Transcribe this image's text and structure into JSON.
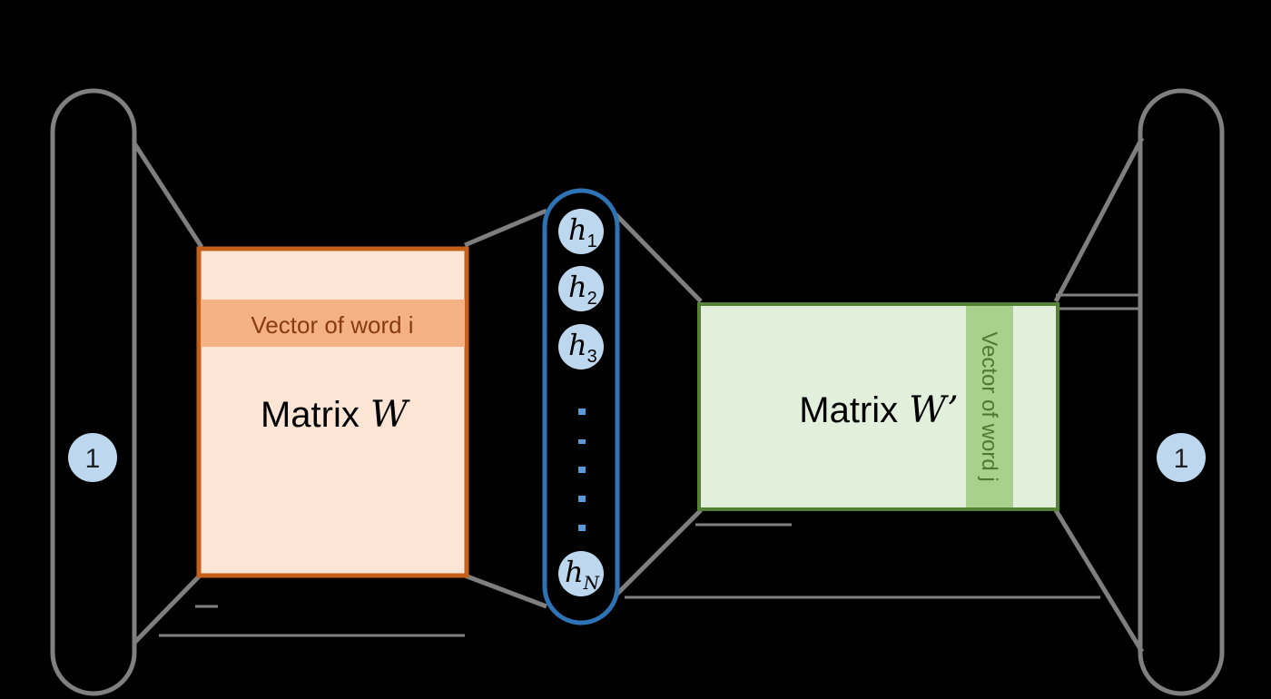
{
  "left_layer": {
    "node_value": "1"
  },
  "matrix_w": {
    "label": "Matrix",
    "symbol": "W",
    "row_label": "Vector of word i",
    "fill": "#fde5d6",
    "border": "#c65f19",
    "row_fill": "#f4b183",
    "row_text": "#8a3a0f"
  },
  "hidden_layer": {
    "units": [
      {
        "base": "h",
        "sub": "1"
      },
      {
        "base": "h",
        "sub": "2"
      },
      {
        "base": "h",
        "sub": "3"
      }
    ],
    "last_unit": {
      "base": "h",
      "sub": "N"
    },
    "border": "#2e74b5",
    "node_fill": "#bdd7ee"
  },
  "matrix_w_prime": {
    "label": "Matrix",
    "symbol": "W’",
    "column_label": "Vector of word j",
    "fill": "#e2efda",
    "border": "#548235",
    "column_fill": "#a9d18e",
    "column_text": "#4f7a30"
  },
  "right_layer": {
    "node_value": "1"
  },
  "connector_color": "#7f7f7f",
  "layer_color": "#808080"
}
